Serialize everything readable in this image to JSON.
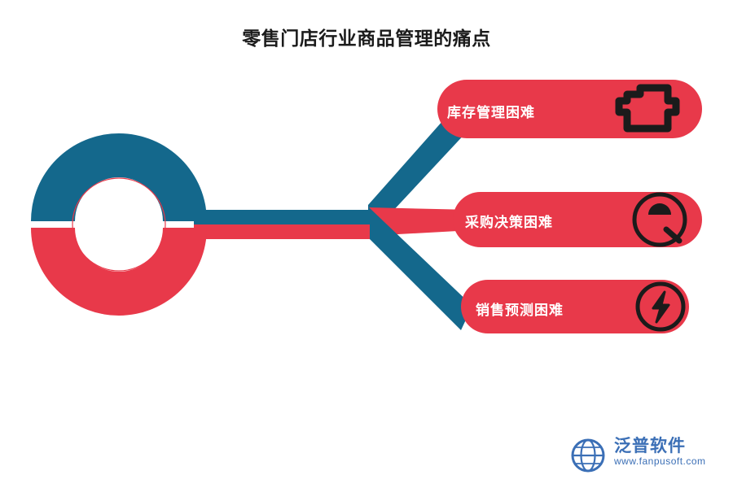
{
  "title": "零售门店行业商品管理的痛点",
  "colors": {
    "red": "#e8394a",
    "blue": "#14688c",
    "dark": "#1b1b1b",
    "watermark": "#3b6fb6",
    "background": "#ffffff"
  },
  "hub": {
    "name": "donut-hub",
    "top_color_key": "blue",
    "bottom_color_key": "red"
  },
  "nodes": [
    {
      "label": "库存管理困难",
      "icon": "lock-icon",
      "connector_color_key": "blue"
    },
    {
      "label": "采购决策困难",
      "icon": "magnifier-icon",
      "connector_color_key": "red"
    },
    {
      "label": "销售预测困难",
      "icon": "lightning-icon",
      "connector_color_key": "blue"
    }
  ],
  "watermark": {
    "name": "泛普软件",
    "url": "www.fanpusoft.com",
    "icon": "globe-icon"
  }
}
